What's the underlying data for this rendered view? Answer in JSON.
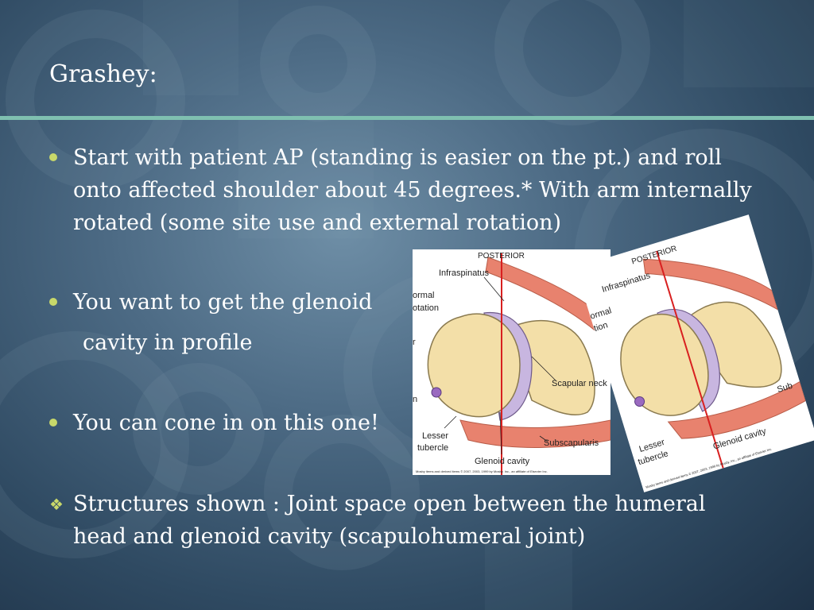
{
  "slide": {
    "title": "Grashey:",
    "bullets": [
      "Start with patient AP (standing is easier on the pt.) and roll onto affected shoulder about 45 degrees.* With arm internally rotated (some site use and external rotation)",
      "You want to get the glenoid",
      "cavity in profile",
      "You can cone in on this one!",
      "Structures shown : Joint space open between the humeral head and glenoid cavity (scapulohumeral joint)"
    ],
    "bullet_markers": [
      "dot",
      "dot",
      "dot",
      "diamond"
    ]
  },
  "figure_left": {
    "labels": {
      "posterior": "POSTERIOR",
      "infraspinatus": "Infraspinatus",
      "normal": "ormal",
      "rotation": "otation",
      "r": "r",
      "n": "n",
      "scapular_neck": "Scapular neck",
      "lesser": "Lesser",
      "tubercle": "tubercle",
      "subscapularis": "Subscapularis",
      "glenoid_cavity": "Glenoid cavity",
      "copyright": "Mosby items and derived items © 2007, 2003, 1999 by Mosby, Inc., an affiliate of Elsevier Inc."
    }
  },
  "figure_right": {
    "labels": {
      "posterior": "POSTERIOR",
      "infraspinatus": "Infraspinatus",
      "normal": "ormal",
      "rotation": "tion",
      "sub": "Sub",
      "lesser": "Lesser",
      "tubercle": "tubercle",
      "glenoid_cavity": "Glenoid cavity",
      "copyright": "Mosby items and derived items © 2007, 2003, 1999 by Mosby, Inc., an affiliate of Elsevier Inc."
    }
  },
  "colors": {
    "accent_rule": "#7fc0b0",
    "bullet": "#c8d86a",
    "bone": "#f3dfa8",
    "cartilage": "#c8b6e0",
    "muscle": "#e8826e",
    "central_ray": "#d82020"
  }
}
